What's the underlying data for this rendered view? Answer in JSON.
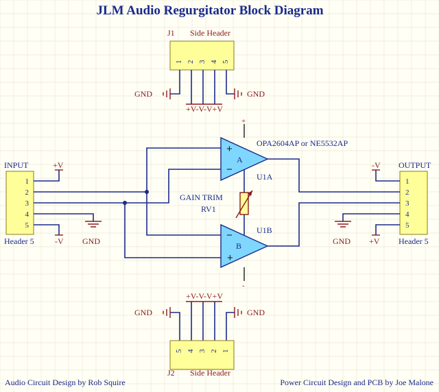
{
  "title": "JLM Audio Regurgitator Block Diagram",
  "j1": {
    "designator": "J1",
    "name": "Side Header",
    "pins": [
      "1",
      "2",
      "3",
      "4",
      "5"
    ],
    "rail_labels": "+V-V-V+V",
    "gnd_left": "GND",
    "gnd_right": "GND"
  },
  "j2": {
    "designator": "J2",
    "name": "Side Header",
    "pins": [
      "5",
      "4",
      "3",
      "2",
      "1"
    ],
    "rail_labels": "+V-V-V+V",
    "gnd_left": "GND",
    "gnd_right": "GND"
  },
  "input_header": {
    "label": "INPUT",
    "name": "Header 5",
    "pins": [
      "1",
      "2",
      "3",
      "4",
      "5"
    ],
    "plus_v": "+V",
    "minus_v": "-V",
    "gnd": "GND"
  },
  "output_header": {
    "label": "OUTPUT",
    "name": "Header 5",
    "pins": [
      "1",
      "2",
      "3",
      "4",
      "5"
    ],
    "plus_v": "+V",
    "minus_v": "-V",
    "gnd": "GND"
  },
  "u1a": {
    "letter": "A",
    "designator": "U1A",
    "part": "OPA2604AP or NE5532AP",
    "supply": "+",
    "plus": "+",
    "minus": "−"
  },
  "u1b": {
    "letter": "B",
    "designator": "U1B",
    "supply": "-",
    "plus": "+",
    "minus": "−"
  },
  "trim": {
    "label": "GAIN TRIM",
    "designator": "RV1"
  },
  "footer": {
    "left": "Audio Circuit Design by Rob Squire",
    "right": "Power Circuit Design and  PCB by Joe Malone"
  }
}
